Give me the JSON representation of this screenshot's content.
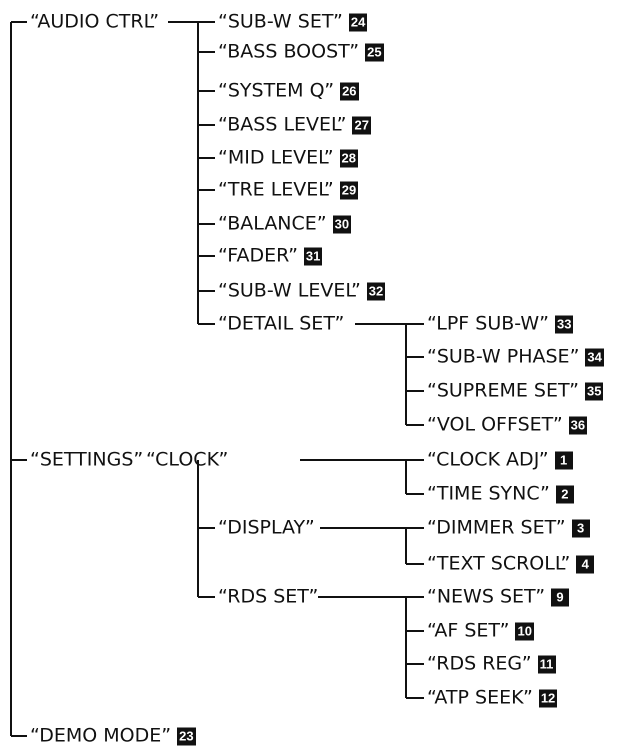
{
  "tree": {
    "audio_ctrl": {
      "label": "“AUDIO CTRL”",
      "children": [
        {
          "label": "“SUB-W SET”",
          "num": "24"
        },
        {
          "label": "“BASS BOOST”",
          "num": "25"
        },
        {
          "label": "“SYSTEM Q”",
          "num": "26"
        },
        {
          "label": "“BASS LEVEL”",
          "num": "27"
        },
        {
          "label": "“MID LEVEL”",
          "num": "28"
        },
        {
          "label": "“TRE LEVEL”",
          "num": "29"
        },
        {
          "label": "“BALANCE”",
          "num": "30"
        },
        {
          "label": "“FADER”",
          "num": "31"
        },
        {
          "label": "“SUB-W LEVEL”",
          "num": "32"
        }
      ],
      "detail_set": {
        "label": "“DETAIL SET”",
        "children": [
          {
            "label": "“LPF SUB-W”",
            "num": "33"
          },
          {
            "label": "“SUB-W PHASE”",
            "num": "34"
          },
          {
            "label": "“SUPREME SET”",
            "num": "35"
          },
          {
            "label": "“VOL OFFSET”",
            "num": "36"
          }
        ]
      }
    },
    "settings": {
      "label": "“SETTINGS”",
      "clock": {
        "label": "“CLOCK”",
        "children": [
          {
            "label": "“CLOCK ADJ”",
            "num": "1"
          },
          {
            "label": "“TIME SYNC”",
            "num": "2"
          }
        ]
      },
      "display": {
        "label": "“DISPLAY”",
        "children": [
          {
            "label": "“DIMMER SET”",
            "num": "3"
          },
          {
            "label": "“TEXT SCROLL”",
            "num": "4"
          }
        ]
      },
      "rds_set": {
        "label": "“RDS SET”",
        "children": [
          {
            "label": "“NEWS SET”",
            "num": "9"
          },
          {
            "label": "“AF SET”",
            "num": "10"
          },
          {
            "label": "“RDS REG”",
            "num": "11"
          },
          {
            "label": "“ATP SEEK”",
            "num": "12"
          }
        ]
      }
    },
    "demo_mode": {
      "label": "“DEMO MODE”",
      "num": "23"
    }
  }
}
